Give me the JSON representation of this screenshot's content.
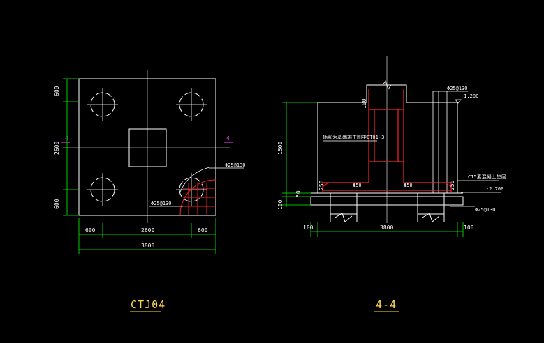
{
  "plan": {
    "title": "CTJ04",
    "dims_bottom": [
      "600",
      "2600",
      "600"
    ],
    "dim_total": "3800",
    "dims_left": [
      "600",
      "2600",
      "600"
    ],
    "section_mark": "4",
    "rebar_top": "Φ25@130",
    "rebar_bottom": "Φ25@130"
  },
  "section": {
    "title": "4-4",
    "dim_height": "1500",
    "dim_50": "50",
    "dim_100_bottom": "100",
    "dim_100_top": "100",
    "dim_250_left": "250",
    "dim_250_right": "250",
    "dim_100_left": "100",
    "dim_width": "3800",
    "dim_100_right": "100",
    "rebar_top": "Φ25@130",
    "elev_top": "-1.200",
    "rebar_left": "Φ50",
    "rebar_mid": "Φ50",
    "column_note": "插筋为基础施工图中CT01-3",
    "cushion_note": "C15素混凝土垫层",
    "elev_bottom": "-2.700",
    "rebar_bottom": "Φ25@130"
  },
  "colors": {
    "outline": "#ffffff",
    "dimension": "#00ff00",
    "rebar": "#ff2020",
    "title": "#ffd84a",
    "magenta": "#ff40ff"
  }
}
